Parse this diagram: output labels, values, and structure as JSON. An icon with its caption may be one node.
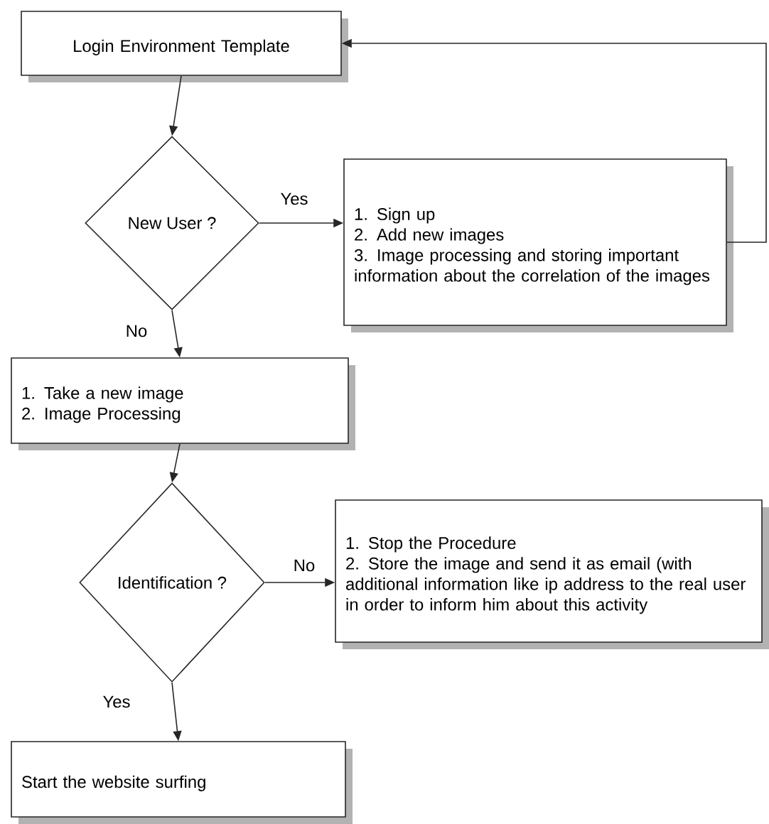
{
  "diagram": {
    "nodes": [
      {
        "text": [
          "Login Environment Template"
        ]
      },
      {
        "text": [
          "New User ?"
        ]
      },
      {
        "text": [
          "1. Sign up",
          "2. Add new images",
          "3. Image processing and storing important information about the correlation of the images"
        ]
      },
      {
        "text": [
          "1. Take a new image",
          "2. Image Processing"
        ]
      },
      {
        "text": [
          "Identification ?"
        ]
      },
      {
        "text": [
          "1. Stop the Procedure",
          "2. Store the image and send it as email (with additional information like ip address to the real user in order to inform him about this activity"
        ]
      },
      {
        "text": [
          "Start the website surfing"
        ]
      }
    ],
    "edges": [
      {
        "from": 0,
        "to": 1,
        "arrow": "to"
      },
      {
        "from": 1,
        "to": 2,
        "arrow": "to",
        "label": "Yes"
      },
      {
        "from": 2,
        "to": 0,
        "arrow": "to"
      },
      {
        "from": 1,
        "to": 3,
        "arrow": "to",
        "label": "No"
      },
      {
        "from": 3,
        "to": 4,
        "arrow": "to"
      },
      {
        "from": 4,
        "to": 5,
        "arrow": "to",
        "label": "No"
      },
      {
        "from": 4,
        "to": 6,
        "arrow": "to",
        "label": "Yes"
      }
    ]
  }
}
